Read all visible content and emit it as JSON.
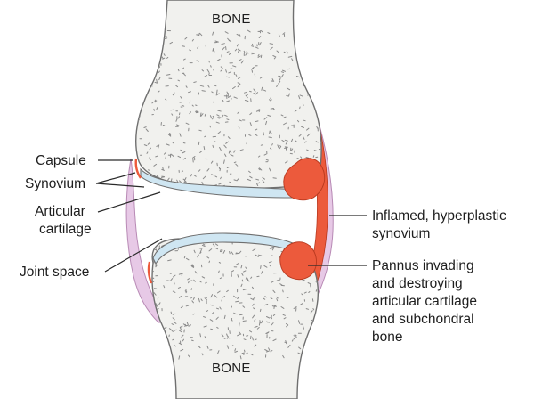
{
  "labels": {
    "bone_top": "BONE",
    "bone_bottom": "BONE",
    "capsule": "Capsule",
    "synovium": "Synovium",
    "articular_cartilage": [
      "Articular",
      "cartilage"
    ],
    "joint_space": "Joint space",
    "inflamed": [
      "Inflamed, hyperplastic",
      "synovium"
    ],
    "pannus": [
      "Pannus invading",
      "and destroying",
      "articular cartilage",
      "and subchondral",
      "bone"
    ]
  },
  "colors": {
    "bone_fill": "#f1f1ee",
    "bone_outline": "#6f6f6f",
    "stipple": "#8a8a8a",
    "cartilage": "#cfe6f2",
    "capsule": "#e7c9e6",
    "inflamed_synovium": "#ec5a3c"
  }
}
